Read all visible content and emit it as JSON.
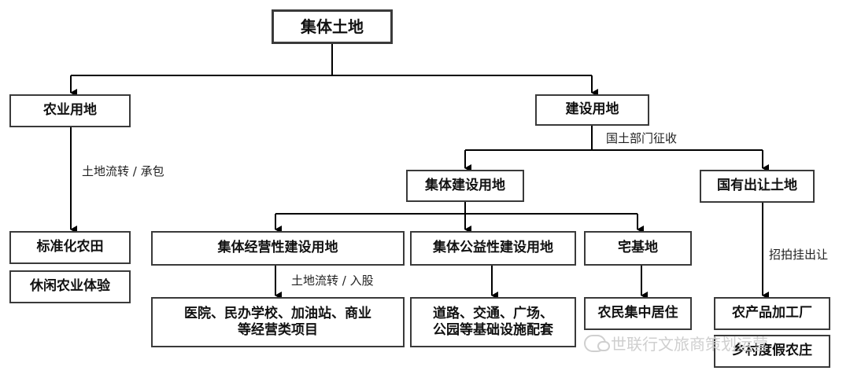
{
  "nodes": {
    "root": "集体土地",
    "agri": "农业用地",
    "construct": "建设用地",
    "standard_farmland": "标准化农田",
    "leisure_agri": "休闲农业体验",
    "collective_construct": "集体建设用地",
    "state_transfer": "国有出让土地",
    "collective_business": "集体经营性建设用地",
    "collective_public": "集体公益性建设用地",
    "homestead": "宅基地",
    "business_projects_line1": "医院、民办学校、加油站、商业",
    "business_projects_line2": "等经营类项目",
    "infrastructure_line1": "道路、交通、广场、",
    "infrastructure_line2": "公园等基础设施配套",
    "villager_housing": "农民集中居住",
    "agri_factory": "农产品加工厂",
    "rural_resort": "乡村度假农庄"
  },
  "edge_labels": {
    "transfer_contract": "土地流转 / 承包",
    "land_dept_acquisition": "国土部门征收",
    "transfer_share": "土地流转 / 入股",
    "auction_listing": "招拍挂出让"
  },
  "watermark": "世联行文旅商策划运营",
  "colors": {
    "border": "#3a3a3a",
    "line": "#000000",
    "watermark": "#cfcfcf"
  }
}
